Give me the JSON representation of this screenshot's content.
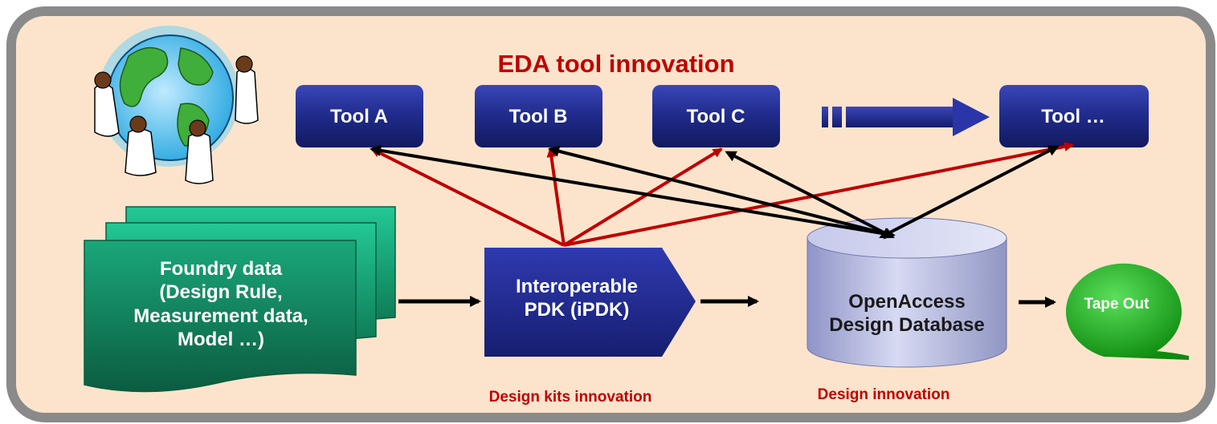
{
  "title": "EDA tool innovation",
  "tools": [
    {
      "id": "tool-a",
      "label": "Tool A"
    },
    {
      "id": "tool-b",
      "label": "Tool B"
    },
    {
      "id": "tool-c",
      "label": "Tool C"
    },
    {
      "id": "tool-n",
      "label": "Tool …"
    }
  ],
  "foundry": {
    "line1": "Foundry data",
    "line2": "(Design Rule,",
    "line3": "Measurement data,",
    "line4": "Model …)"
  },
  "ipdk": {
    "line1": "Interoperable",
    "line2": "PDK (iPDK)"
  },
  "database": {
    "line1": "OpenAccess",
    "line2": "Design Database"
  },
  "tapeout": {
    "label": "Tape Out"
  },
  "captions": {
    "design_kits": "Design kits innovation",
    "design": "Design innovation"
  },
  "colors": {
    "frame_fill": "#fce4cc",
    "frame_border": "#8a8a8a",
    "tool_fill": "#1f2a8a",
    "ipdk_fill": "#232c94",
    "foundry_fill": "#0f6d4e",
    "database_fill": "#b9bde0",
    "tapeout_fill": "#1ea01e",
    "red_arrow": "#c00000",
    "black_arrow": "#000000"
  },
  "icons": {
    "globe": "globe-with-people-icon"
  }
}
